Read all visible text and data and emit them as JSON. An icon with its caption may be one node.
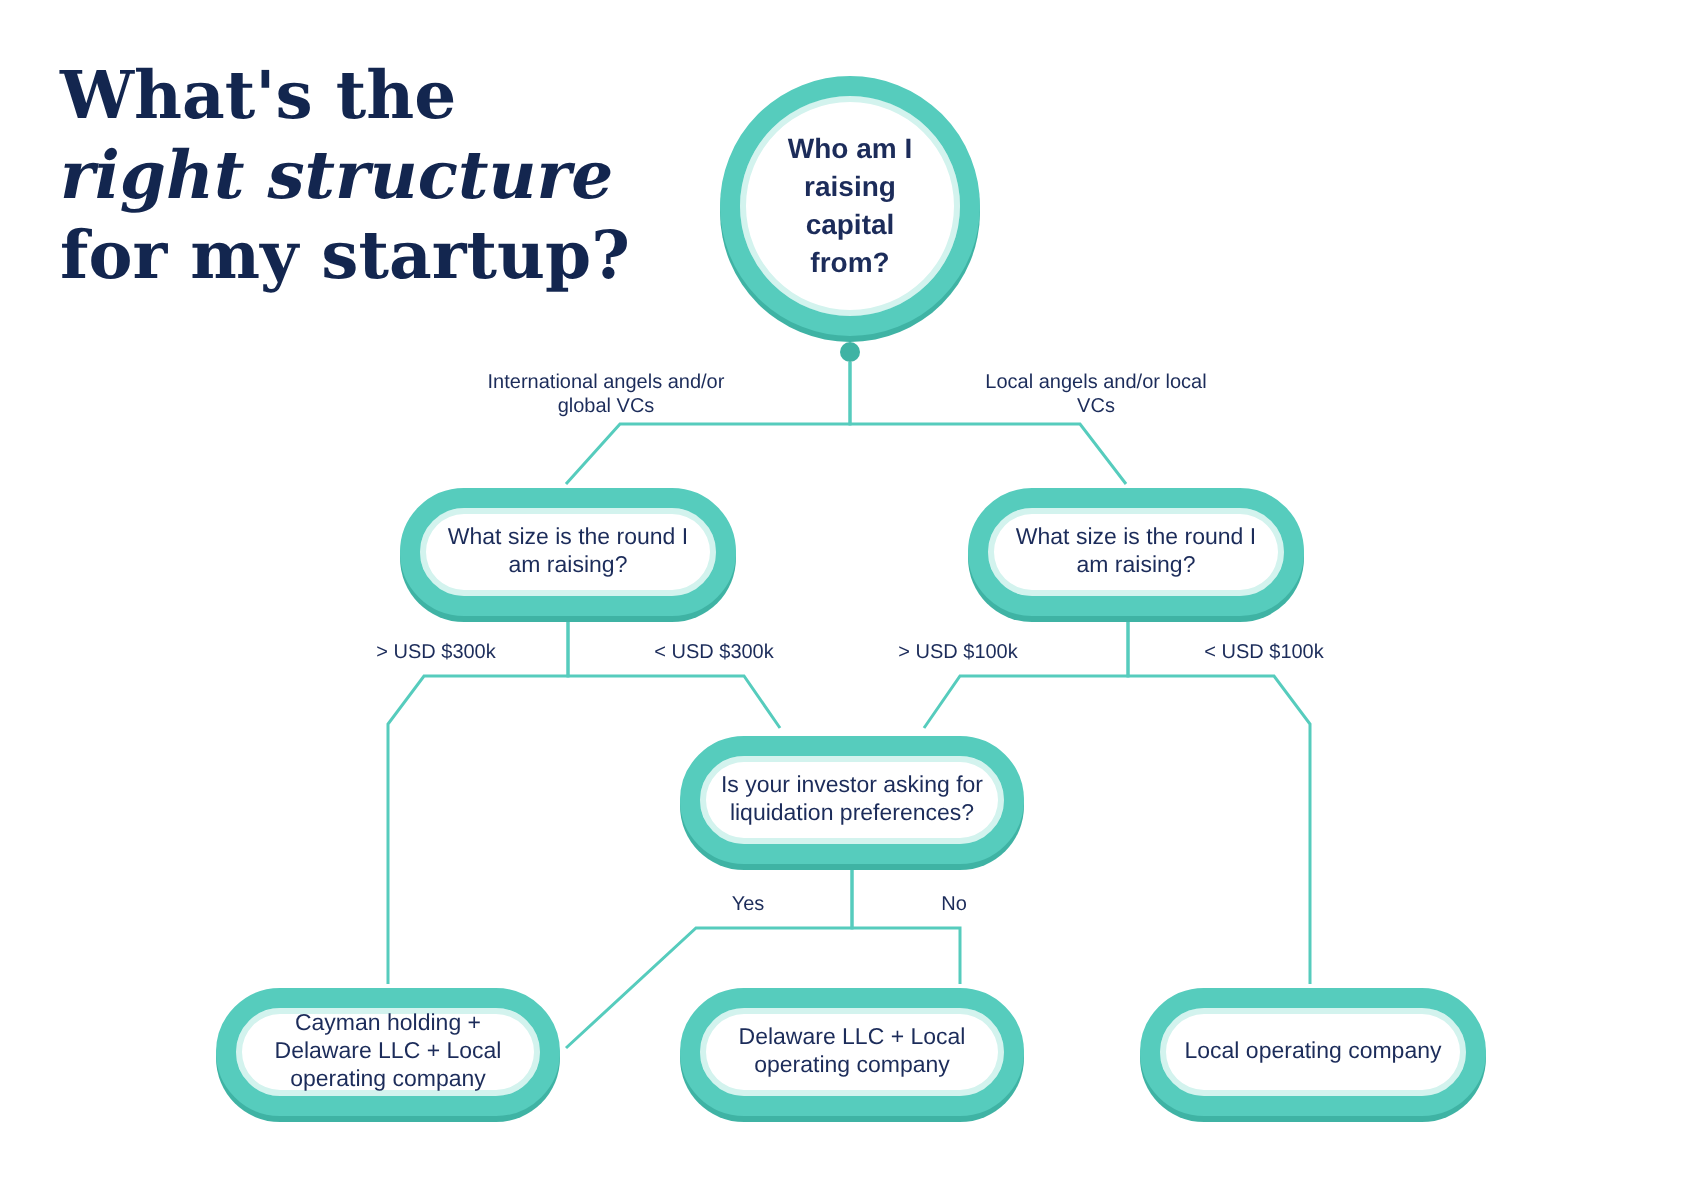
{
  "diagram": {
    "title": "What's the *right structure* for my startup?",
    "nodes": [
      {
        "text": [
          "Who am I raising capital from?"
        ]
      },
      {
        "text": [
          "What size is the round I am raising?"
        ]
      },
      {
        "text": [
          "What size is the round I am raising?"
        ]
      },
      {
        "text": [
          "Is your investor asking for liquidation preferences?"
        ]
      },
      {
        "text": [
          "Cayman holding + Delaware LLC + Local operating company"
        ]
      },
      {
        "text": [
          "Delaware LLC + Local operating company"
        ]
      },
      {
        "text": [
          "Local operating company"
        ]
      }
    ],
    "edges": [
      {
        "from": 0,
        "to": 1,
        "arrow": "none",
        "label": "International angels and/or global VCs"
      },
      {
        "from": 0,
        "to": 2,
        "arrow": "none",
        "label": "Local angels and/or local VCs"
      },
      {
        "from": 1,
        "to": 4,
        "arrow": "none",
        "label": "> USD $300k"
      },
      {
        "from": 1,
        "to": 3,
        "arrow": "none",
        "label": "< USD $300k"
      },
      {
        "from": 2,
        "to": 3,
        "arrow": "none",
        "label": "> USD $100k"
      },
      {
        "from": 2,
        "to": 6,
        "arrow": "none",
        "label": "< USD $100k"
      },
      {
        "from": 3,
        "to": 4,
        "arrow": "none",
        "label": "Yes"
      },
      {
        "from": 3,
        "to": 5,
        "arrow": "none",
        "label": "No"
      }
    ]
  }
}
